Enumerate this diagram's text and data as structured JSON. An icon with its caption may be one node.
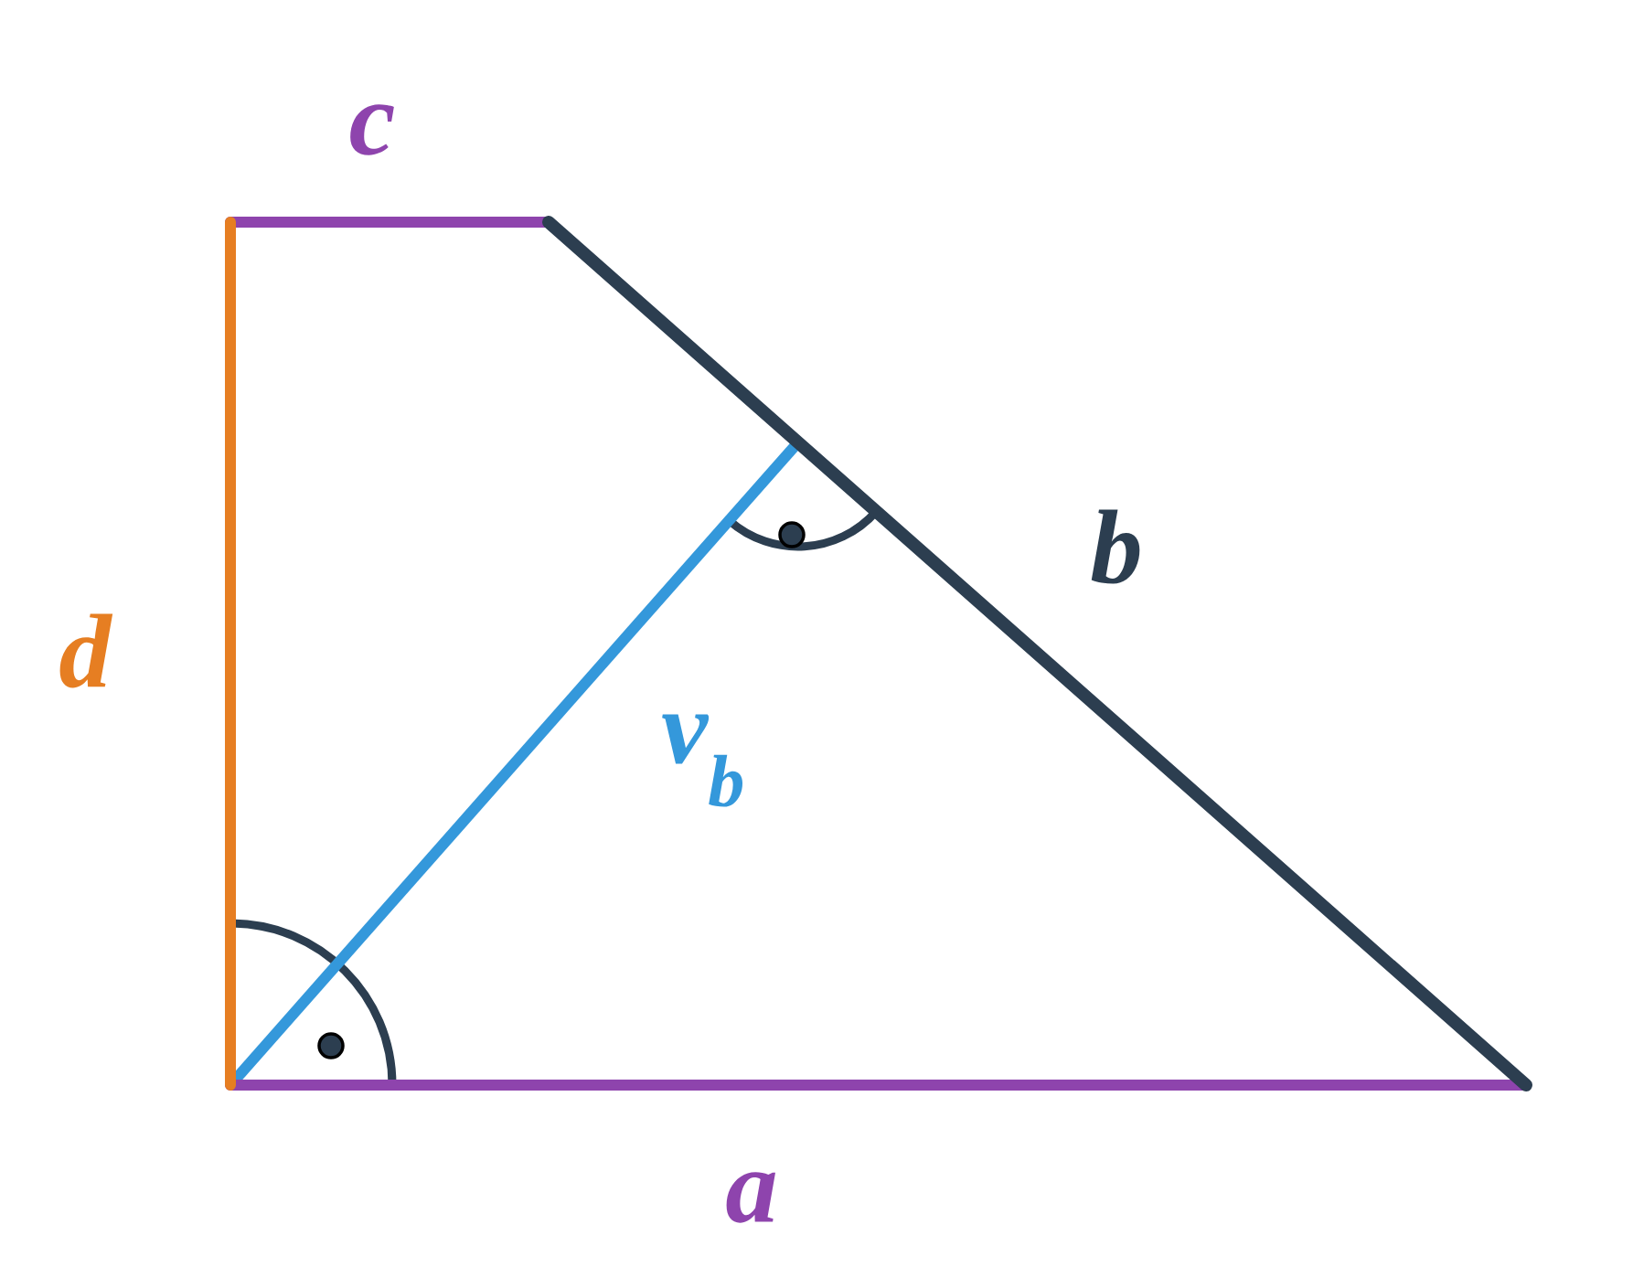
{
  "diagram": {
    "labels": [
      "c",
      "d",
      "b",
      "v$_{b}$",
      "a"
    ]
  }
}
